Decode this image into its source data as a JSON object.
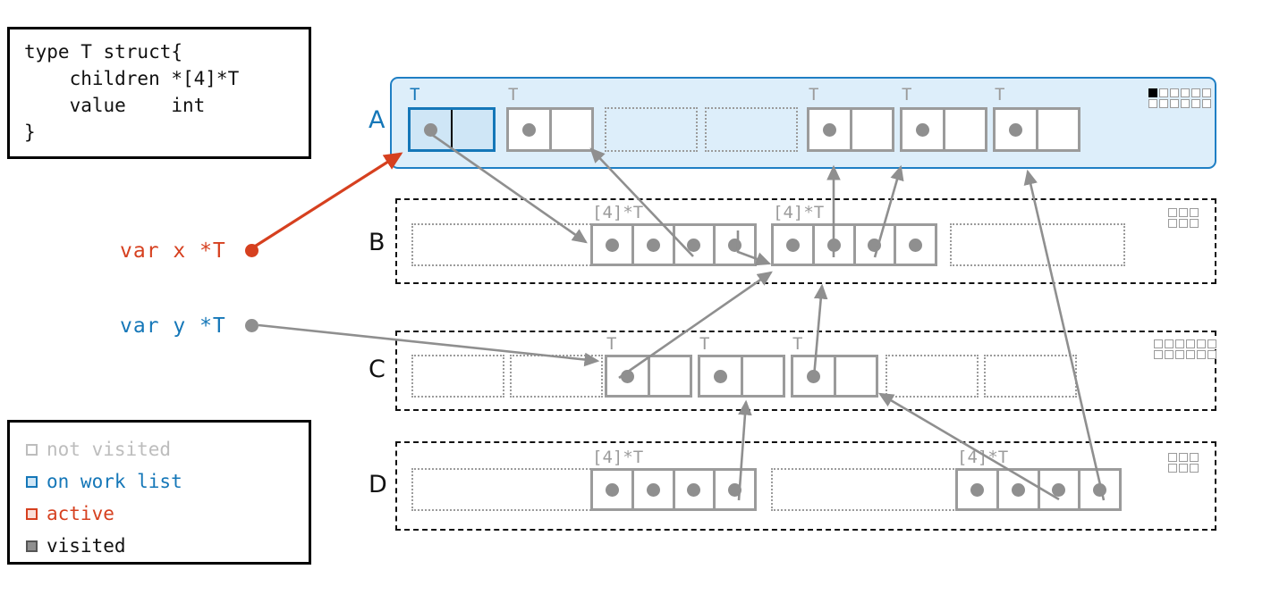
{
  "struct_code": "type T struct{\n    children *[4]*T\n    value    int\n}",
  "legend": {
    "items": [
      {
        "label": "not visited",
        "color": "#bdbdbd",
        "fill": "#ffffff"
      },
      {
        "label": "on work list",
        "color": "#1577b8",
        "fill": "#cfe6f6"
      },
      {
        "label": "active",
        "color": "#d6401f",
        "fill": "#fadfd8"
      },
      {
        "label": "visited",
        "color": "#555555",
        "fill": "#8f8f8f"
      }
    ]
  },
  "variables": [
    {
      "name": "var x *T",
      "color": "#d6401f",
      "points_to": "A.0"
    },
    {
      "name": "var y *T",
      "color": "#1577b8",
      "points_to": "C.2"
    }
  ],
  "colors": {
    "worklist": "#1577b8",
    "worklist_fill": "#cfe6f6",
    "active": "#d6401f",
    "notvisited": "#9b9b9b",
    "visited": "#000000",
    "region_fill_a": "#ddeefa",
    "edge": "#8f8f8f"
  },
  "rows": [
    {
      "label": "A",
      "label_color": "#1577b8",
      "state": "on work list",
      "bitmap": {
        "cols": 6,
        "rows": 2,
        "filled": [
          0
        ]
      },
      "slots": [
        {
          "kind": "object",
          "type": "T",
          "state": "worklist",
          "type_color": "blue"
        },
        {
          "kind": "object",
          "type": "T",
          "state": "notvisited"
        },
        {
          "kind": "free"
        },
        {
          "kind": "free"
        },
        {
          "kind": "object",
          "type": "T",
          "state": "notvisited"
        },
        {
          "kind": "object",
          "type": "T",
          "state": "notvisited"
        },
        {
          "kind": "object",
          "type": "T",
          "state": "notvisited"
        }
      ]
    },
    {
      "label": "B",
      "label_color": "#111111",
      "state": "not visited",
      "bitmap": {
        "cols": 3,
        "rows": 2,
        "filled": []
      },
      "slots": [
        {
          "kind": "free"
        },
        {
          "kind": "array",
          "type": "[4]*T",
          "state": "notvisited",
          "cells": 4
        },
        {
          "kind": "array",
          "type": "[4]*T",
          "state": "notvisited",
          "cells": 4
        },
        {
          "kind": "free"
        }
      ]
    },
    {
      "label": "C",
      "label_color": "#111111",
      "state": "not visited",
      "bitmap": {
        "cols": 6,
        "rows": 2,
        "filled": []
      },
      "slots": [
        {
          "kind": "free"
        },
        {
          "kind": "free"
        },
        {
          "kind": "object",
          "type": "T",
          "state": "notvisited"
        },
        {
          "kind": "object",
          "type": "T",
          "state": "notvisited"
        },
        {
          "kind": "object",
          "type": "T",
          "state": "notvisited"
        },
        {
          "kind": "free"
        },
        {
          "kind": "free"
        }
      ]
    },
    {
      "label": "D",
      "label_color": "#111111",
      "state": "not visited",
      "bitmap": {
        "cols": 3,
        "rows": 2,
        "filled": []
      },
      "slots": [
        {
          "kind": "free"
        },
        {
          "kind": "array",
          "type": "[4]*T",
          "state": "notvisited",
          "cells": 4
        },
        {
          "kind": "free"
        },
        {
          "kind": "array",
          "type": "[4]*T",
          "state": "notvisited",
          "cells": 4
        }
      ]
    }
  ],
  "pointers": [
    {
      "from": "var x *T",
      "to": "A slot 0",
      "color": "#d6401f"
    },
    {
      "from": "var y *T",
      "to": "C slot 2",
      "color": "#8f8f8f"
    },
    {
      "from": "A slot 0",
      "to": "B array 1",
      "color": "#8f8f8f"
    },
    {
      "from": "B array 1 cell 3",
      "to": "A slot 1",
      "color": "#8f8f8f"
    },
    {
      "from": "B array 1 cell 4",
      "to": "B array 2",
      "color": "#8f8f8f"
    },
    {
      "from": "B array 2 cell 2",
      "to": "A slot 4",
      "color": "#8f8f8f"
    },
    {
      "from": "B array 2 cell 3",
      "to": "A slot 5",
      "color": "#8f8f8f"
    },
    {
      "from": "C slot 2",
      "to": "B array 2",
      "color": "#8f8f8f"
    },
    {
      "from": "C slot 4",
      "to": "B array 2",
      "color": "#8f8f8f"
    },
    {
      "from": "D array 1 cell 4",
      "to": "C slot 3",
      "color": "#8f8f8f"
    },
    {
      "from": "D array 2 cell 3",
      "to": "C slot 4",
      "color": "#8f8f8f"
    },
    {
      "from": "D array 2 cell 4",
      "to": "A slot 6",
      "color": "#8f8f8f"
    }
  ]
}
